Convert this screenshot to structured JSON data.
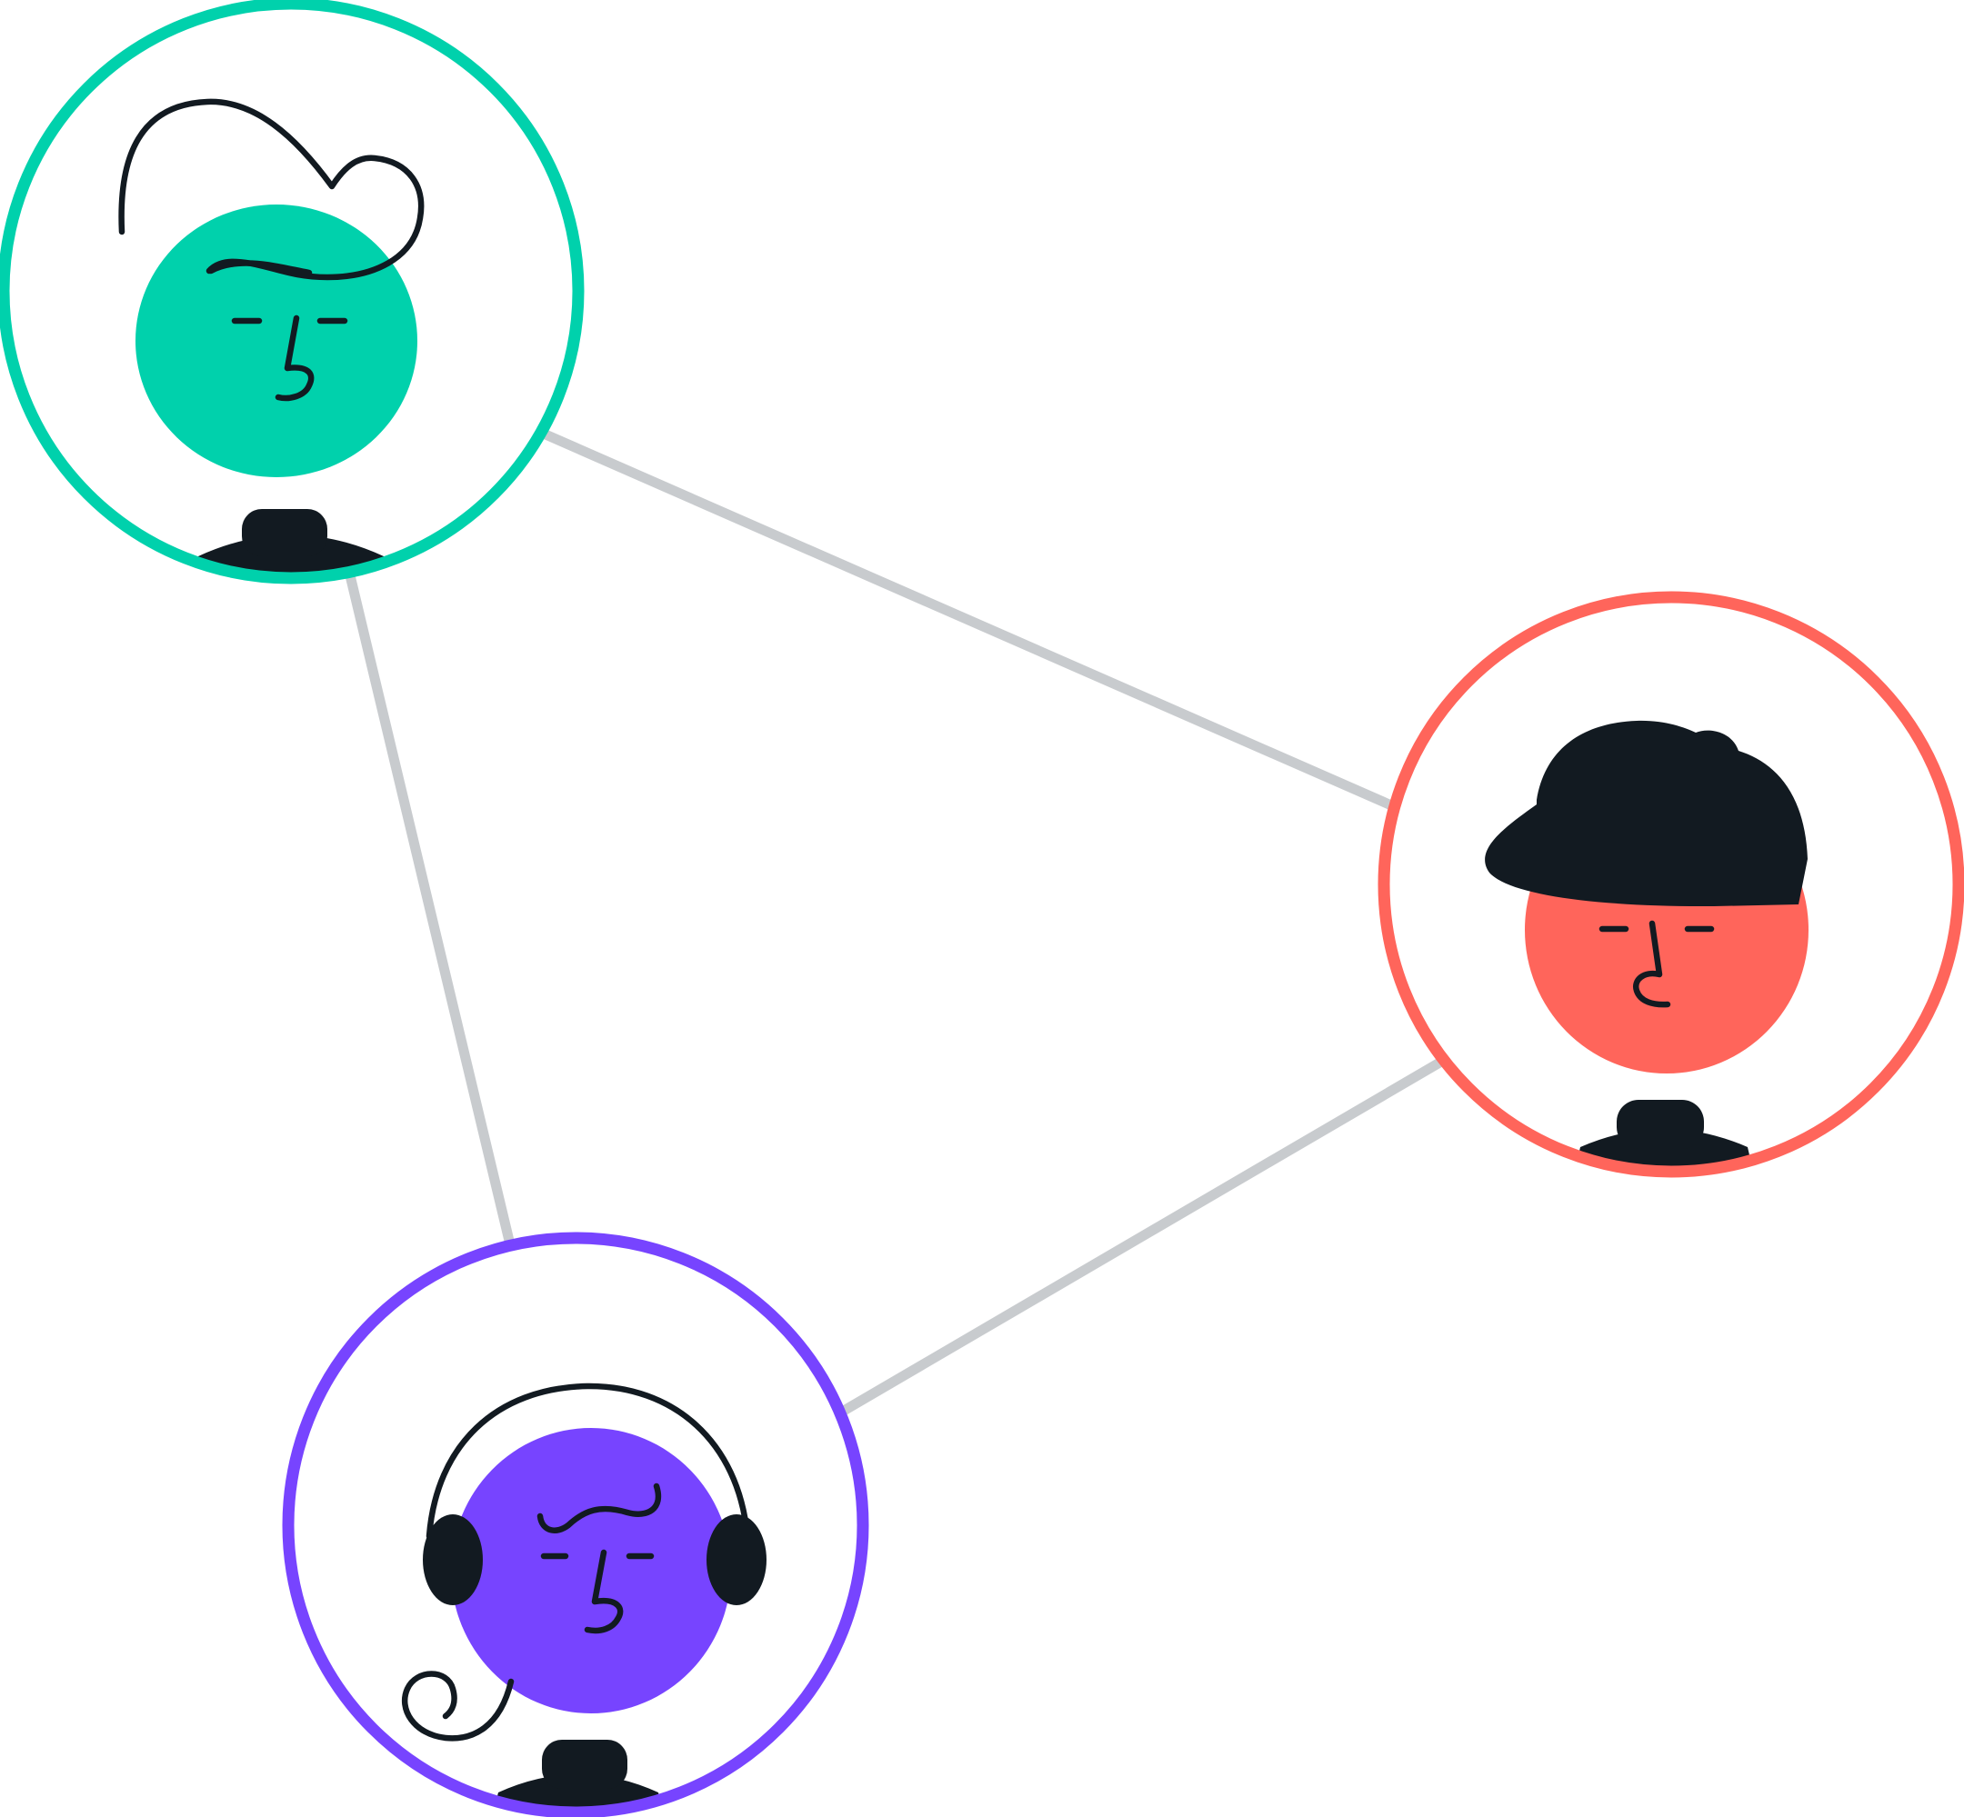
{
  "colors": {
    "background": "#ffffff",
    "edge": "#c8cbce",
    "ink": "#121a21"
  },
  "nodes": [
    {
      "id": "top-left-person",
      "ring_color": "#00d1ac",
      "face_color": "#00d1ac",
      "accessory": "curly-hair-icon"
    },
    {
      "id": "right-person",
      "ring_color": "#ff655b",
      "face_color": "#ff655b",
      "accessory": "baseball-cap-icon"
    },
    {
      "id": "bottom-person",
      "ring_color": "#7744ff",
      "face_color": "#7744ff",
      "accessory": "headset-icon"
    }
  ],
  "edges": [
    {
      "from": "top-left-person",
      "to": "right-person"
    },
    {
      "from": "top-left-person",
      "to": "bottom-person"
    },
    {
      "from": "bottom-person",
      "to": "right-person"
    }
  ]
}
